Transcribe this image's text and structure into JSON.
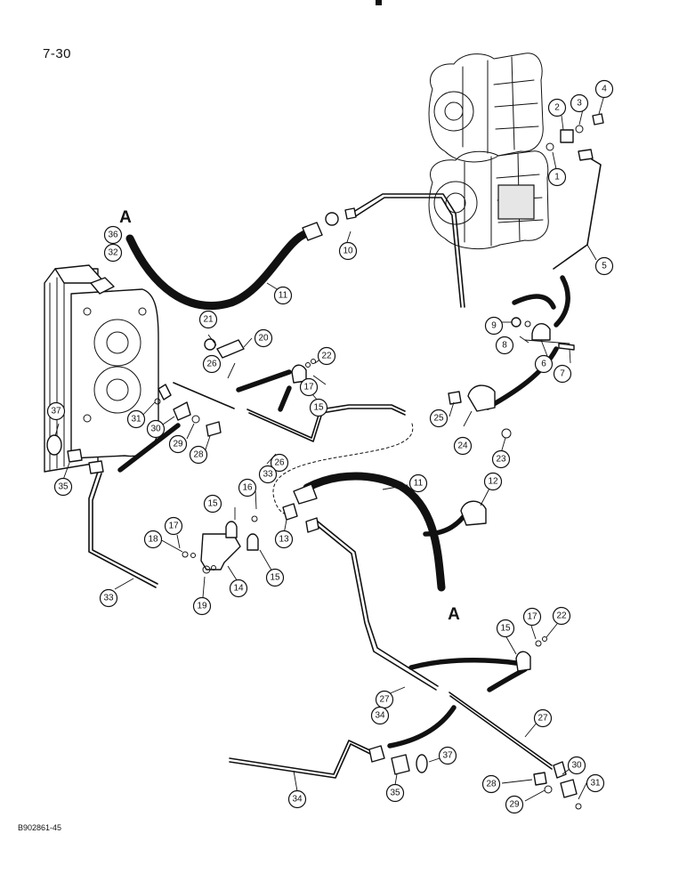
{
  "page_number": "7-30",
  "figure_code": "B902861-45",
  "hose_connection_label": "A",
  "callouts": [
    "1",
    "2",
    "3",
    "4",
    "5",
    "6",
    "7",
    "8",
    "9",
    "10",
    "11",
    "11",
    "12",
    "13",
    "14",
    "15",
    "15",
    "15",
    "15",
    "16",
    "17",
    "17",
    "17",
    "18",
    "19",
    "20",
    "21",
    "22",
    "22",
    "23",
    "24",
    "25",
    "26",
    "26",
    "27",
    "27",
    "28",
    "28",
    "29",
    "29",
    "30",
    "30",
    "31",
    "31",
    "32",
    "33",
    "33",
    "34",
    "34",
    "35",
    "35",
    "36",
    "37",
    "37"
  ]
}
